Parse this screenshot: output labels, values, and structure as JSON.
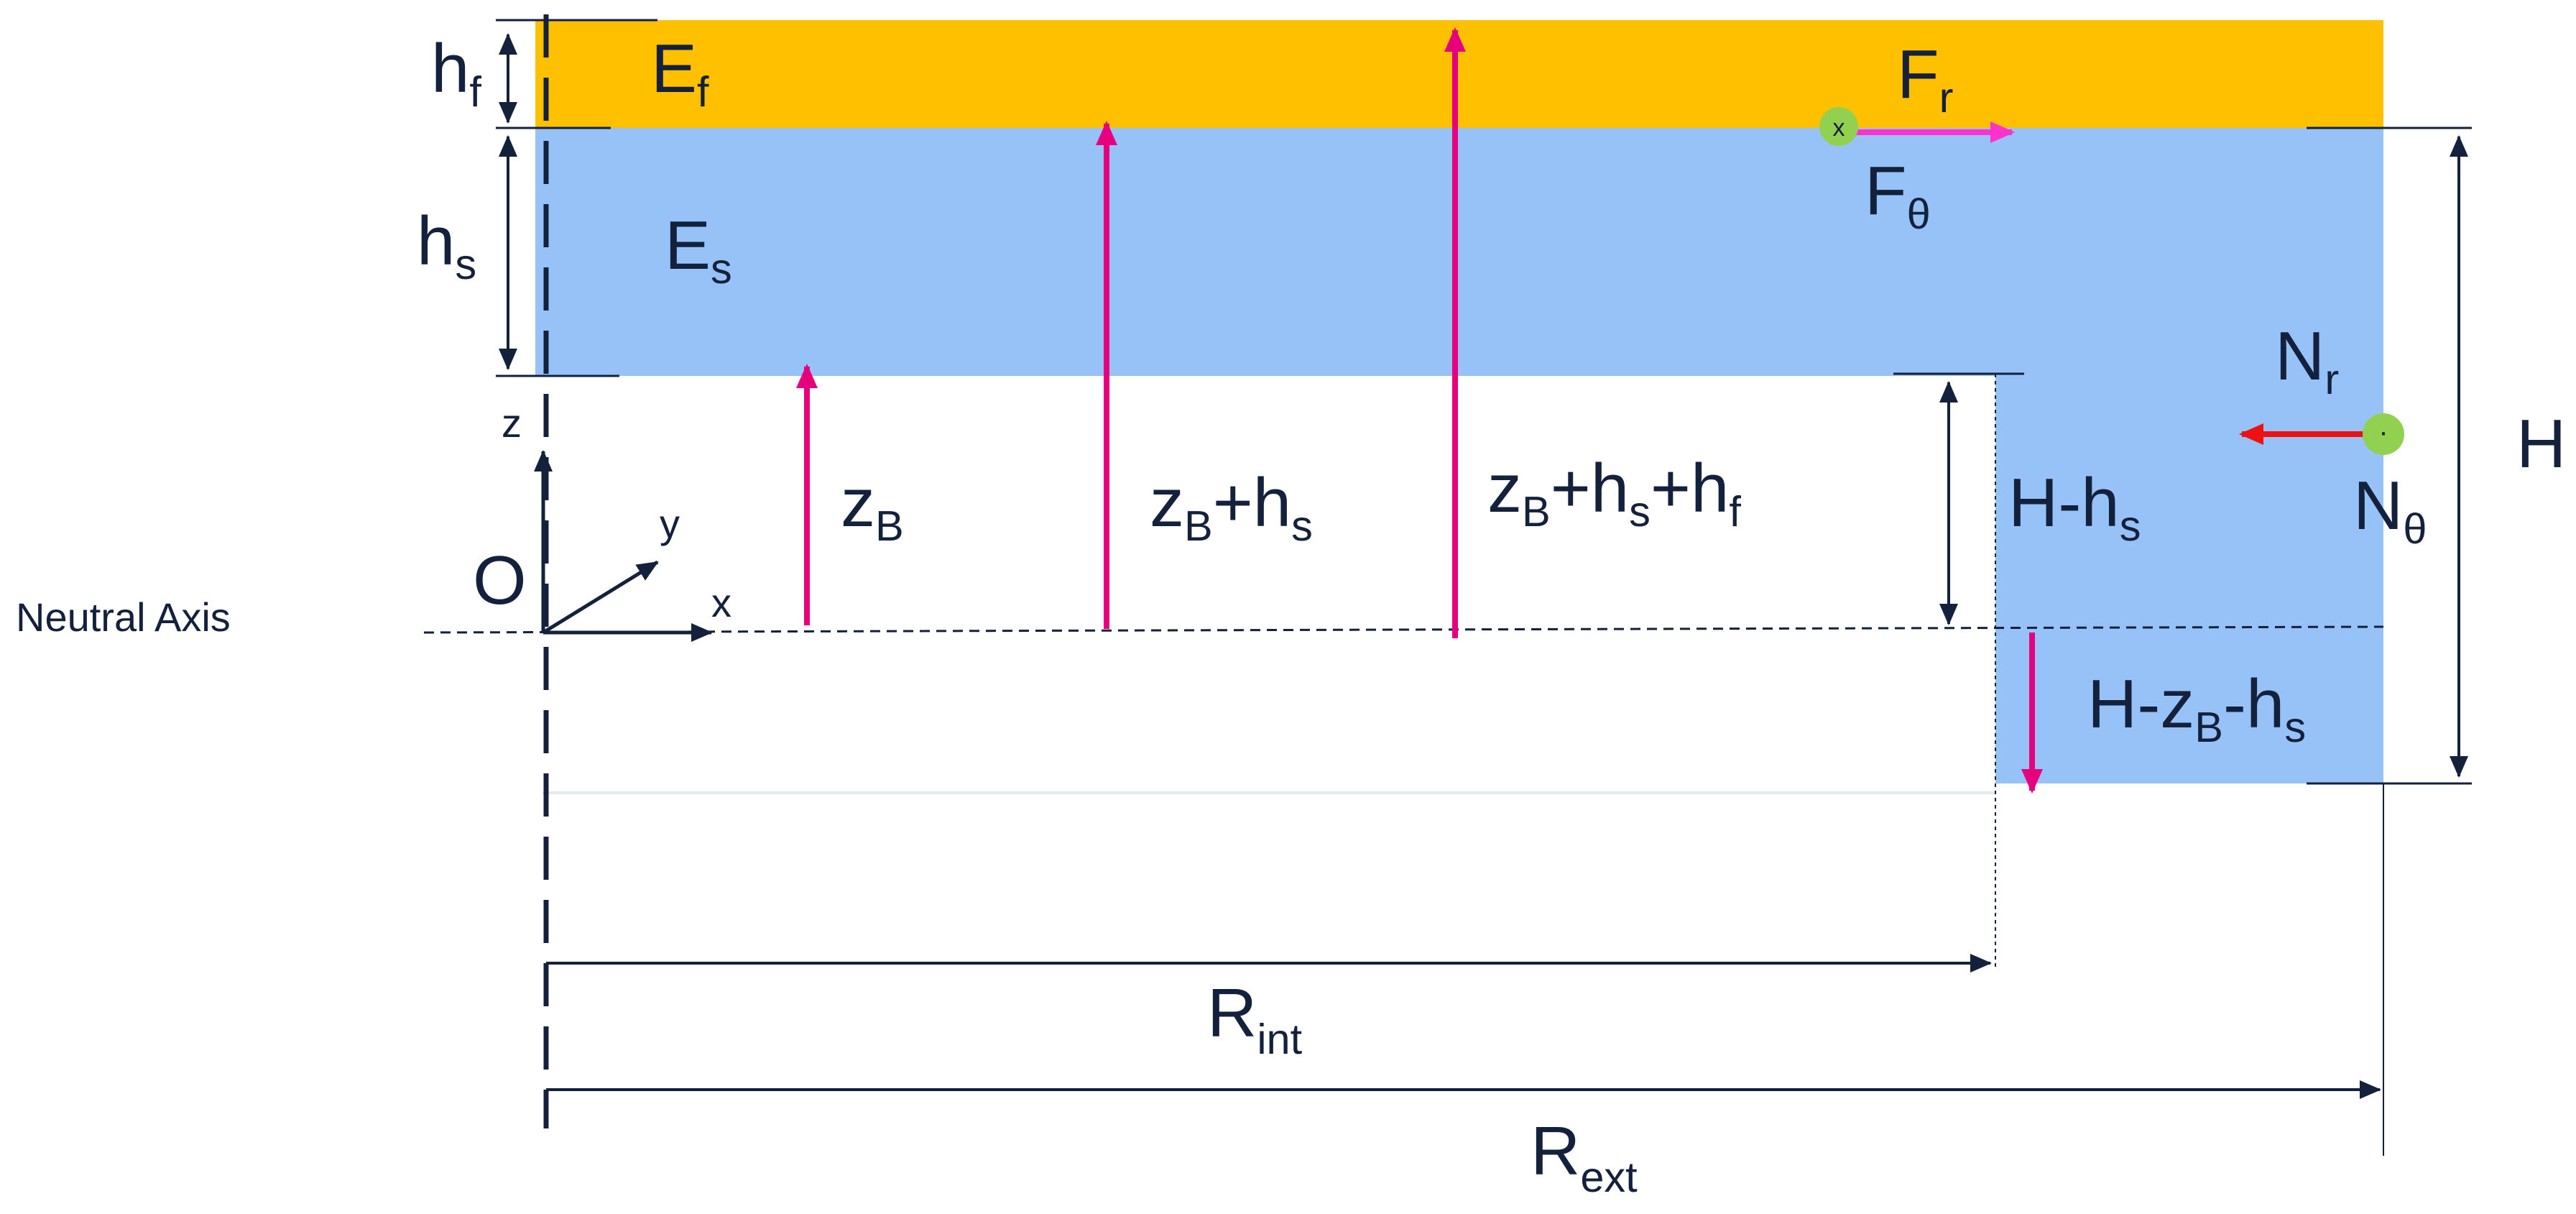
{
  "labels": {
    "neutral_axis": "Neutral Axis",
    "origin": "O",
    "axis_x": "x",
    "axis_y": "y",
    "axis_z": "z",
    "hf": {
      "main": "h",
      "sub": "f"
    },
    "hs": {
      "main": "h",
      "sub": "s"
    },
    "Ef": {
      "main": "E",
      "sub": "f"
    },
    "Es": {
      "main": "E",
      "sub": "s"
    },
    "Fr": {
      "main": "F",
      "sub": "r"
    },
    "Ftheta": {
      "main": "F",
      "sub": "θ"
    },
    "Nr": {
      "main": "N",
      "sub": "r"
    },
    "Ntheta": {
      "main": "N",
      "sub": "θ"
    },
    "H": "H",
    "zB": {
      "main": "z",
      "sub": "B"
    },
    "zB_hs": {
      "p1": "z",
      "s1": "B",
      "p2": "+h",
      "s2": "s"
    },
    "zB_hs_hf": {
      "p1": "z",
      "s1": "B",
      "p2": "+h",
      "s2": "s",
      "p3": "+h",
      "s3": "f"
    },
    "H_hs": {
      "p1": "H-h",
      "s1": "s"
    },
    "H_zB_hs": {
      "p1": "H-z",
      "s1": "B",
      "p2": "-h",
      "s2": "s"
    },
    "Rint": {
      "main": "R",
      "sub": "int"
    },
    "Rext": {
      "main": "R",
      "sub": "ext"
    },
    "force_marker_x": "x",
    "force_marker_dot": "·"
  },
  "colors": {
    "film": "#ffc000",
    "substrate": "#97c2f7",
    "navy": "#14213d",
    "magenta": "#e6007e",
    "pink_arrow": "#ff33cc",
    "red_arrow": "#ee1111",
    "marker_green": "#92d050"
  }
}
